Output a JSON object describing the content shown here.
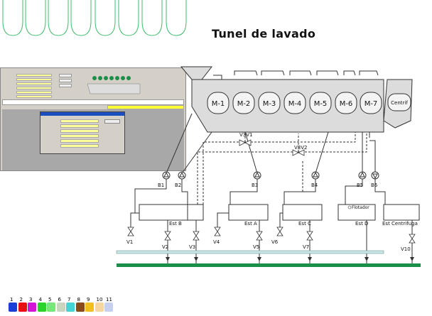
{
  "title": "Tunel de lavado",
  "modules": [
    "M-1",
    "M-2",
    "M-3",
    "M-4",
    "M-5",
    "M-6",
    "M-7"
  ],
  "centrif": "Centrif",
  "pumps": [
    "B1",
    "B2",
    "B3",
    "B4",
    "B5",
    "B6"
  ],
  "three_way_valves": [
    "V3V1",
    "V3V2"
  ],
  "valves": [
    "V1",
    "V2",
    "V3",
    "V4",
    "V5",
    "V6",
    "V7",
    "V10"
  ],
  "tanks": {
    "est_b": "Est B",
    "est_a": "Est A",
    "est_c": "Est C",
    "est_d": "Est D",
    "est_centrifuga": "Est Centrifuga",
    "flotador": "Flotador"
  },
  "legend": {
    "numbers": [
      "1",
      "2",
      "3",
      "4",
      "5",
      "6",
      "7",
      "8",
      "9",
      "10",
      "11"
    ],
    "colors": [
      "#1a3fd6",
      "#e81010",
      "#d414d4",
      "#2ad42a",
      "#7ae67a",
      "#c8d6c0",
      "#44d4d4",
      "#8b4a1a",
      "#f0c020",
      "#f5d6a0",
      "#c8d0f0"
    ]
  },
  "colors": {
    "accent_green": "#1a8f4a",
    "scallop_green": "#3dbd6a",
    "pipe_bar": "#c8e6e6",
    "machine_fill": "#dcdcdc",
    "module_fill": "#f4f4f4"
  }
}
